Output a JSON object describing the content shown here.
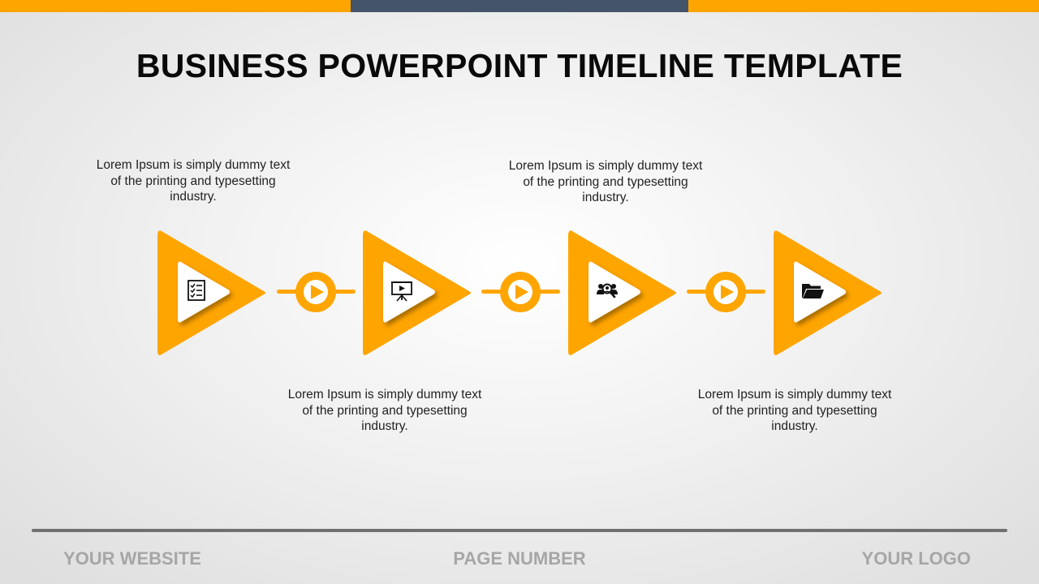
{
  "slide": {
    "title": "BUSINESS POWERPOINT TIMELINE TEMPLATE",
    "accent_color": "#FFA500",
    "top_bar_mid_color": "#44546A"
  },
  "steps": [
    {
      "description": "Lorem Ipsum is simply dummy text of the printing and typesetting industry.",
      "icon": "checklist-icon"
    },
    {
      "description": "Lorem Ipsum is simply dummy text of the printing and typesetting industry.",
      "icon": "presentation-board-icon"
    },
    {
      "description": "Lorem Ipsum is simply dummy text of the printing and typesetting industry.",
      "icon": "team-search-icon"
    },
    {
      "description": "Lorem Ipsum is simply dummy text of the printing and typesetting industry.",
      "icon": "folder-icon"
    }
  ],
  "footer": {
    "website": "YOUR WEBSITE",
    "page_number": "PAGE NUMBER",
    "logo": "YOUR LOGO"
  }
}
